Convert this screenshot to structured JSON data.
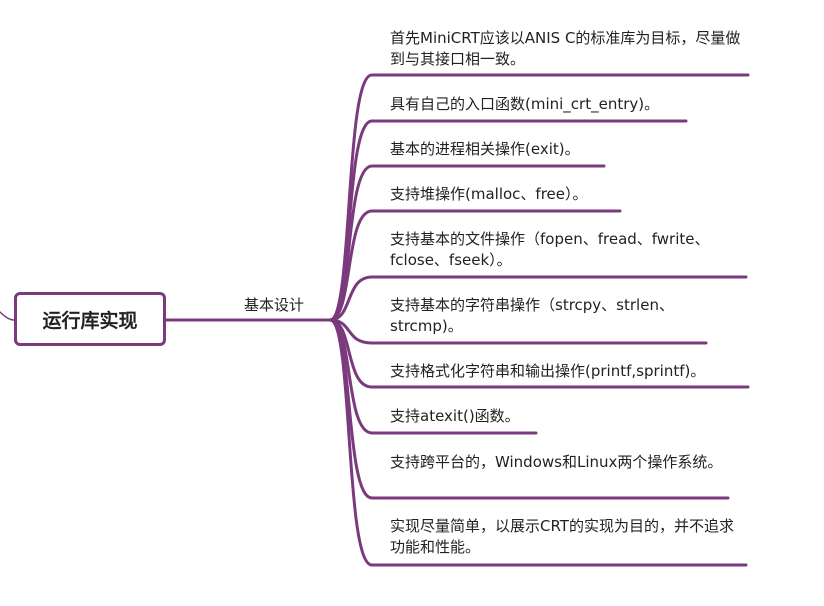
{
  "root": {
    "label": "运行库实现"
  },
  "branch": {
    "label": "基本设计"
  },
  "leaves": [
    "首先MiniCRT应该以ANIS C的标准库为目标，尽量做到与其接口相一致。",
    "具有自己的入口函数(mini_crt_entry)。",
    "基本的进程相关操作(exit)。",
    "支持堆操作(malloc、free）。",
    "支持基本的文件操作（fopen、fread、fwrite、fclose、fseek）。",
    "支持基本的字符串操作（strcpy、strlen、strcmp)。",
    "支持格式化字符串和输出操作(printf,sprintf)。",
    "支持atexit()函数。",
    "支持跨平台的，Windows和Linux两个操作系统。",
    "实现尽量简单，以展示CRT的实现为目的，并不追求功能和性能。"
  ],
  "colors": {
    "line": "#7b3a7d",
    "text": "#222222"
  }
}
